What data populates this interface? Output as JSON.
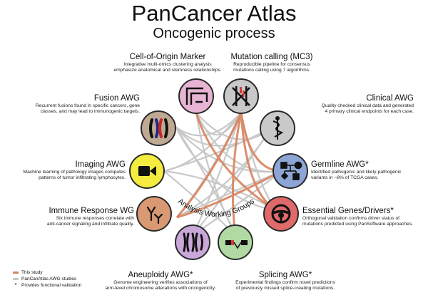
{
  "header": {
    "title": "PanCancer Atlas",
    "subtitle": "Oncogenic process"
  },
  "center_label": "Analysis Working Groups",
  "legend": {
    "this_study": "This study",
    "awg_studies": "PanCanAtlas AWG studies",
    "functional": "Provides functional validation",
    "star": "*"
  },
  "colors": {
    "this_study": "#d9825b",
    "awg": "#c8c8c8",
    "cell_of_origin": "#e7b5d3",
    "mutation_calling": "#c9c9c9",
    "fusion": "#c0a992",
    "clinical": "#c9c9c9",
    "imaging": "#f4ec3e",
    "germline": "#8ca5d4",
    "immune": "#d99a73",
    "essential": "#e06a6a",
    "aneuploidy": "#c9a7d8",
    "splicing": "#b1d9a3"
  },
  "groups": {
    "cell_of_origin": {
      "title": "Cell-of-Origin Marker",
      "desc1": "Integrative multi-omics clustering analysis",
      "desc2": "emphasize anatomical and stemness relationships."
    },
    "mutation_calling": {
      "title": "Mutation calling (MC3)",
      "desc1": "Reproducible pipeline for consensus",
      "desc2": "mutations calling using 7 algorithms."
    },
    "fusion": {
      "title": "Fusion AWG",
      "desc1": "Recurrent fusions found in specific cancers, gene",
      "desc2": "classes, and may lead to immunogenic targets."
    },
    "clinical": {
      "title": "Clinical AWG",
      "desc1": "Quality checked clinical data and generated",
      "desc2": "4 primary clinical endpoints for each case."
    },
    "imaging": {
      "title": "Imaging AWG",
      "desc1": "Machine learning of pathology images computes",
      "desc2": "patterns of tumor infiltrating lymphocytes."
    },
    "germline": {
      "title": "Germline AWG*",
      "desc1": "Identified pathogenic and likely-pathogenic",
      "desc2": "variants in ~8% of TCGA cases."
    },
    "immune": {
      "title": "Immune Response WG",
      "desc1": "Six immune responses correlate with",
      "desc2": "anti-cancer signaling and infiltrate quality."
    },
    "essential": {
      "title": "Essential Genes/Drivers*",
      "desc1": "Orthogonal validation confirms driver status of",
      "desc2": "mutations predicted using PanSoftware approaches."
    },
    "aneuploidy": {
      "title": "Aneuploidy AWG*",
      "desc1": "Genome engineering verifies associations of",
      "desc2": "arm-level chromosome alterations with oncogenicity."
    },
    "splicing": {
      "title": "Splicing AWG*",
      "desc1": "Experimental findings confirm novel predictions",
      "desc2": "of previously missed splice-creating mutations."
    }
  }
}
